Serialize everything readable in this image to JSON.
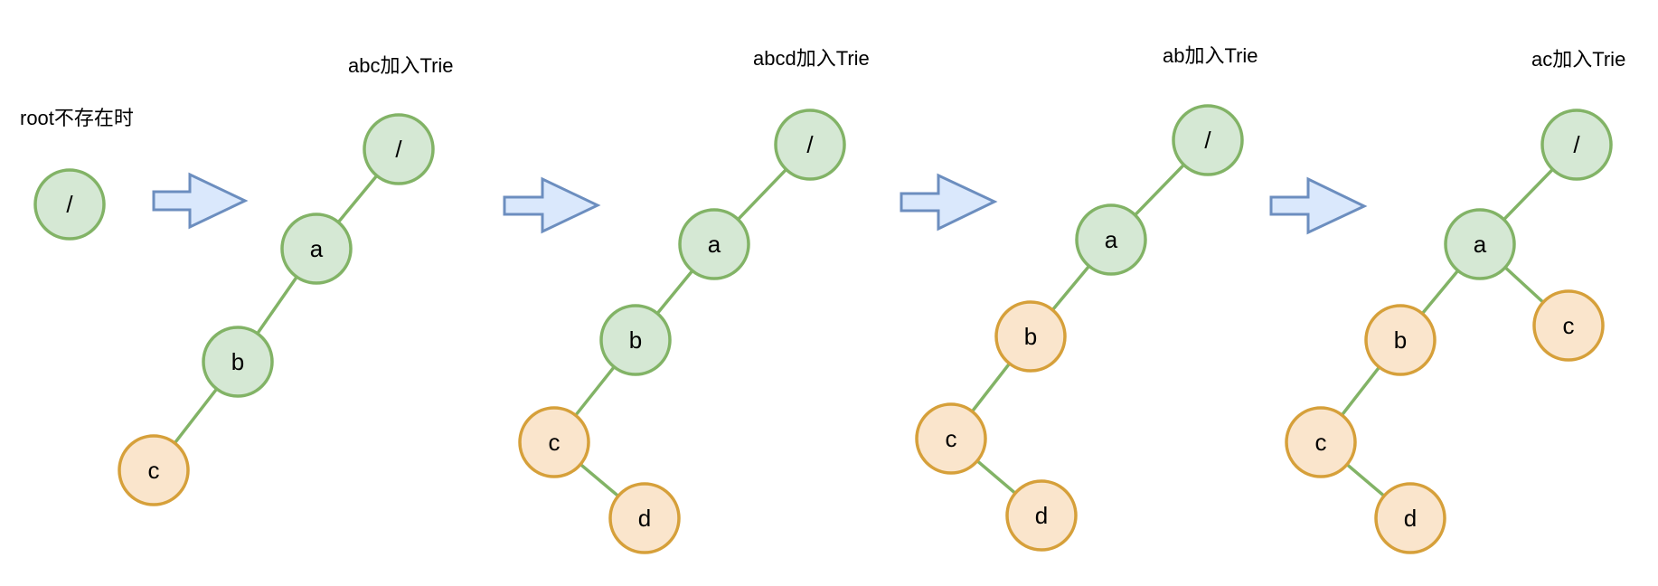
{
  "colors": {
    "existing_node_fill": "#d5e8d4",
    "existing_node_stroke": "#82b366",
    "new_node_fill": "#fae5cc",
    "new_node_stroke": "#d6a03a",
    "edge": "#82b366",
    "arrow_fill": "#dae8fc",
    "arrow_stroke": "#6c8ebf"
  },
  "stages": [
    {
      "caption": "root不存在时",
      "nodes": [
        {
          "label": "/",
          "style": "green"
        }
      ]
    },
    {
      "caption": "abc加入Trie",
      "nodes": [
        {
          "label": "/",
          "style": "green"
        },
        {
          "label": "a",
          "style": "green"
        },
        {
          "label": "b",
          "style": "green"
        },
        {
          "label": "c",
          "style": "orange"
        }
      ]
    },
    {
      "caption": "abcd加入Trie",
      "nodes": [
        {
          "label": "/",
          "style": "green"
        },
        {
          "label": "a",
          "style": "green"
        },
        {
          "label": "b",
          "style": "green"
        },
        {
          "label": "c",
          "style": "orange"
        },
        {
          "label": "d",
          "style": "orange"
        }
      ]
    },
    {
      "caption": "ab加入Trie",
      "nodes": [
        {
          "label": "/",
          "style": "green"
        },
        {
          "label": "a",
          "style": "green"
        },
        {
          "label": "b",
          "style": "orange"
        },
        {
          "label": "c",
          "style": "orange"
        },
        {
          "label": "d",
          "style": "orange"
        }
      ]
    },
    {
      "caption": "ac加入Trie",
      "nodes": [
        {
          "label": "/",
          "style": "green"
        },
        {
          "label": "a",
          "style": "green"
        },
        {
          "label": "b",
          "style": "orange"
        },
        {
          "label": "c",
          "style": "orange"
        },
        {
          "label": "d",
          "style": "orange"
        },
        {
          "label": "c",
          "style": "orange"
        }
      ]
    }
  ]
}
